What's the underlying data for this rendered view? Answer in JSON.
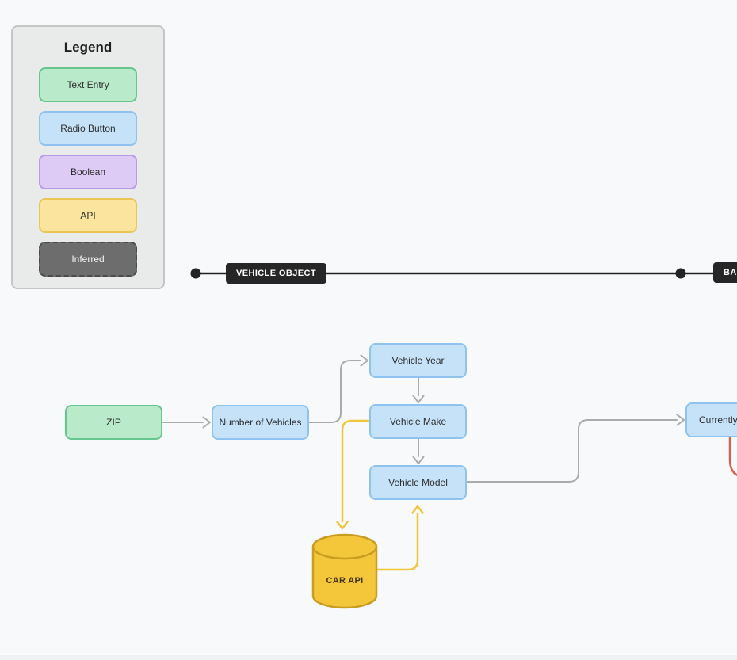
{
  "canvas": {
    "background": "#f8f9fa"
  },
  "legend": {
    "title": "Legend",
    "items": [
      {
        "label": "Text Entry",
        "kind": "text-entry"
      },
      {
        "label": "Radio Button",
        "kind": "radio-button"
      },
      {
        "label": "Boolean",
        "kind": "boolean"
      },
      {
        "label": "API",
        "kind": "api"
      },
      {
        "label": "Inferred",
        "kind": "inferred"
      }
    ]
  },
  "palette": {
    "text-entry": {
      "fill": "#b9eac9",
      "border": "#66c690"
    },
    "radio-button": {
      "fill": "#c5e2f9",
      "border": "#8fc3ef"
    },
    "boolean": {
      "fill": "#ddcbf6",
      "border": "#b89be6"
    },
    "api": {
      "fill": "#fbe49e",
      "border": "#e8c654"
    },
    "inferred": {
      "fill": "#6d6d6d",
      "border": "#4b4b4b",
      "text": "#f5f5f5"
    }
  },
  "colors": {
    "timeline": "#232323",
    "gray_edge": "#ababab",
    "yellow_edge": "#f2c63c",
    "red_edge": "#d5604c",
    "cylinder_fill": "#f4c73b",
    "cylinder_border": "#c99c22"
  },
  "timeline": {
    "section_labels": [
      {
        "text": "VEHICLE OBJECT"
      },
      {
        "text": "BASE"
      }
    ]
  },
  "nodes": [
    {
      "id": "zip",
      "label": "ZIP",
      "kind": "text-entry"
    },
    {
      "id": "number-of-vehicles",
      "label": "Number of Vehicles",
      "kind": "radio-button"
    },
    {
      "id": "vehicle-year",
      "label": "Vehicle Year",
      "kind": "radio-button"
    },
    {
      "id": "vehicle-make",
      "label": "Vehicle Make",
      "kind": "radio-button"
    },
    {
      "id": "vehicle-model",
      "label": "Vehicle Model",
      "kind": "radio-button"
    },
    {
      "id": "currently",
      "label": "Currently",
      "kind": "radio-button"
    },
    {
      "id": "car-api",
      "label": "CAR API",
      "kind": "api"
    }
  ],
  "edges": [
    {
      "from": "ZIP",
      "to": "Number of Vehicles",
      "color": "gray_edge"
    },
    {
      "from": "Number of Vehicles",
      "to": "Vehicle Year",
      "color": "gray_edge"
    },
    {
      "from": "Vehicle Year",
      "to": "Vehicle Make",
      "color": "gray_edge"
    },
    {
      "from": "Vehicle Make",
      "to": "Vehicle Model",
      "color": "gray_edge"
    },
    {
      "from": "Vehicle Model",
      "to": "Currently",
      "color": "gray_edge"
    },
    {
      "from": "Vehicle Make",
      "to": "CAR API",
      "color": "yellow_edge"
    },
    {
      "from": "CAR API",
      "to": "Vehicle Model",
      "color": "yellow_edge"
    },
    {
      "from": "Currently",
      "to": "offscreen-right",
      "color": "red_edge"
    }
  ]
}
